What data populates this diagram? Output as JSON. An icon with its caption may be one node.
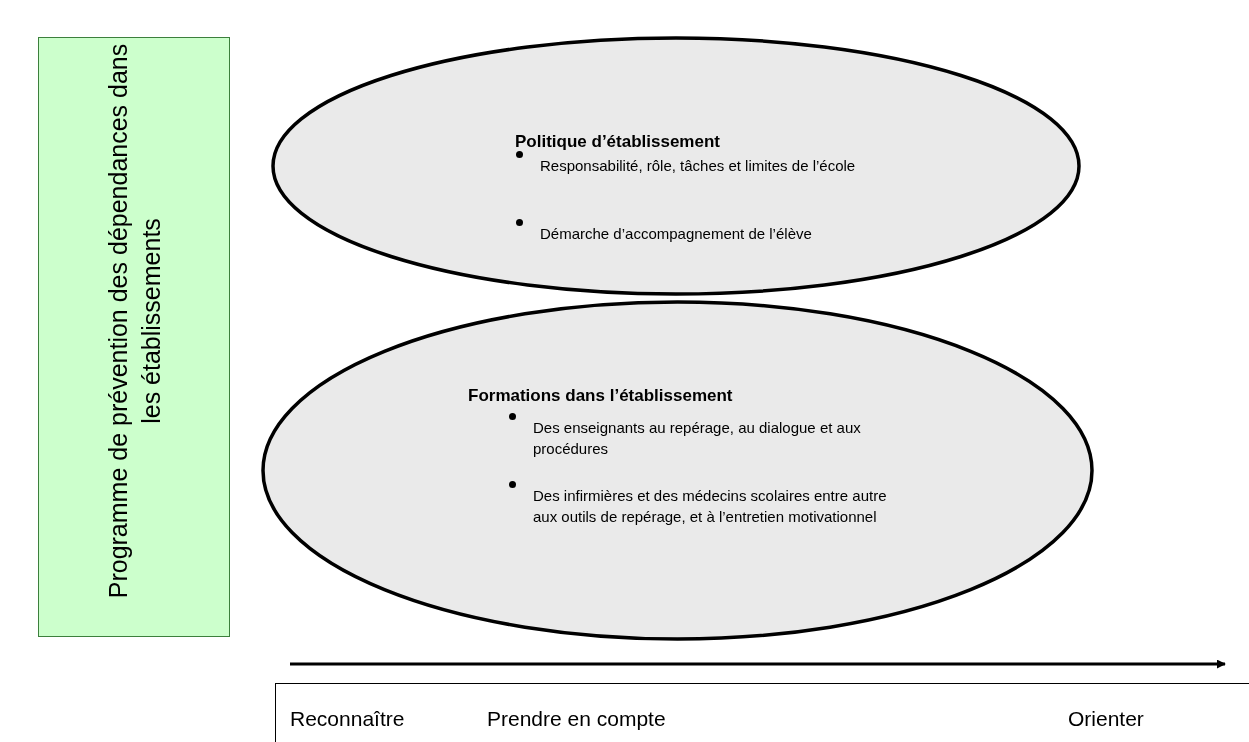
{
  "diagram": {
    "nodes": [
      {
        "text": [
          "Programme de prévention des dépendances dans les établissements"
        ]
      },
      {
        "text": [
          "Politique d’établissement",
          "Responsabilité, rôle, tâches et limites de l’école",
          "Démarche d’accompagnement de l’élève"
        ]
      },
      {
        "text": [
          "Formations dans l’établissement",
          "Des enseignants au repérage, au dialogue et aux procédures",
          "Des infirmières et des médecins scolaires entre autre aux outils de repérage, et à l’entretien motivationnel"
        ]
      },
      {
        "text": [
          "Reconnaître",
          "Prendre en compte",
          "Orienter"
        ]
      }
    ],
    "edges": []
  }
}
